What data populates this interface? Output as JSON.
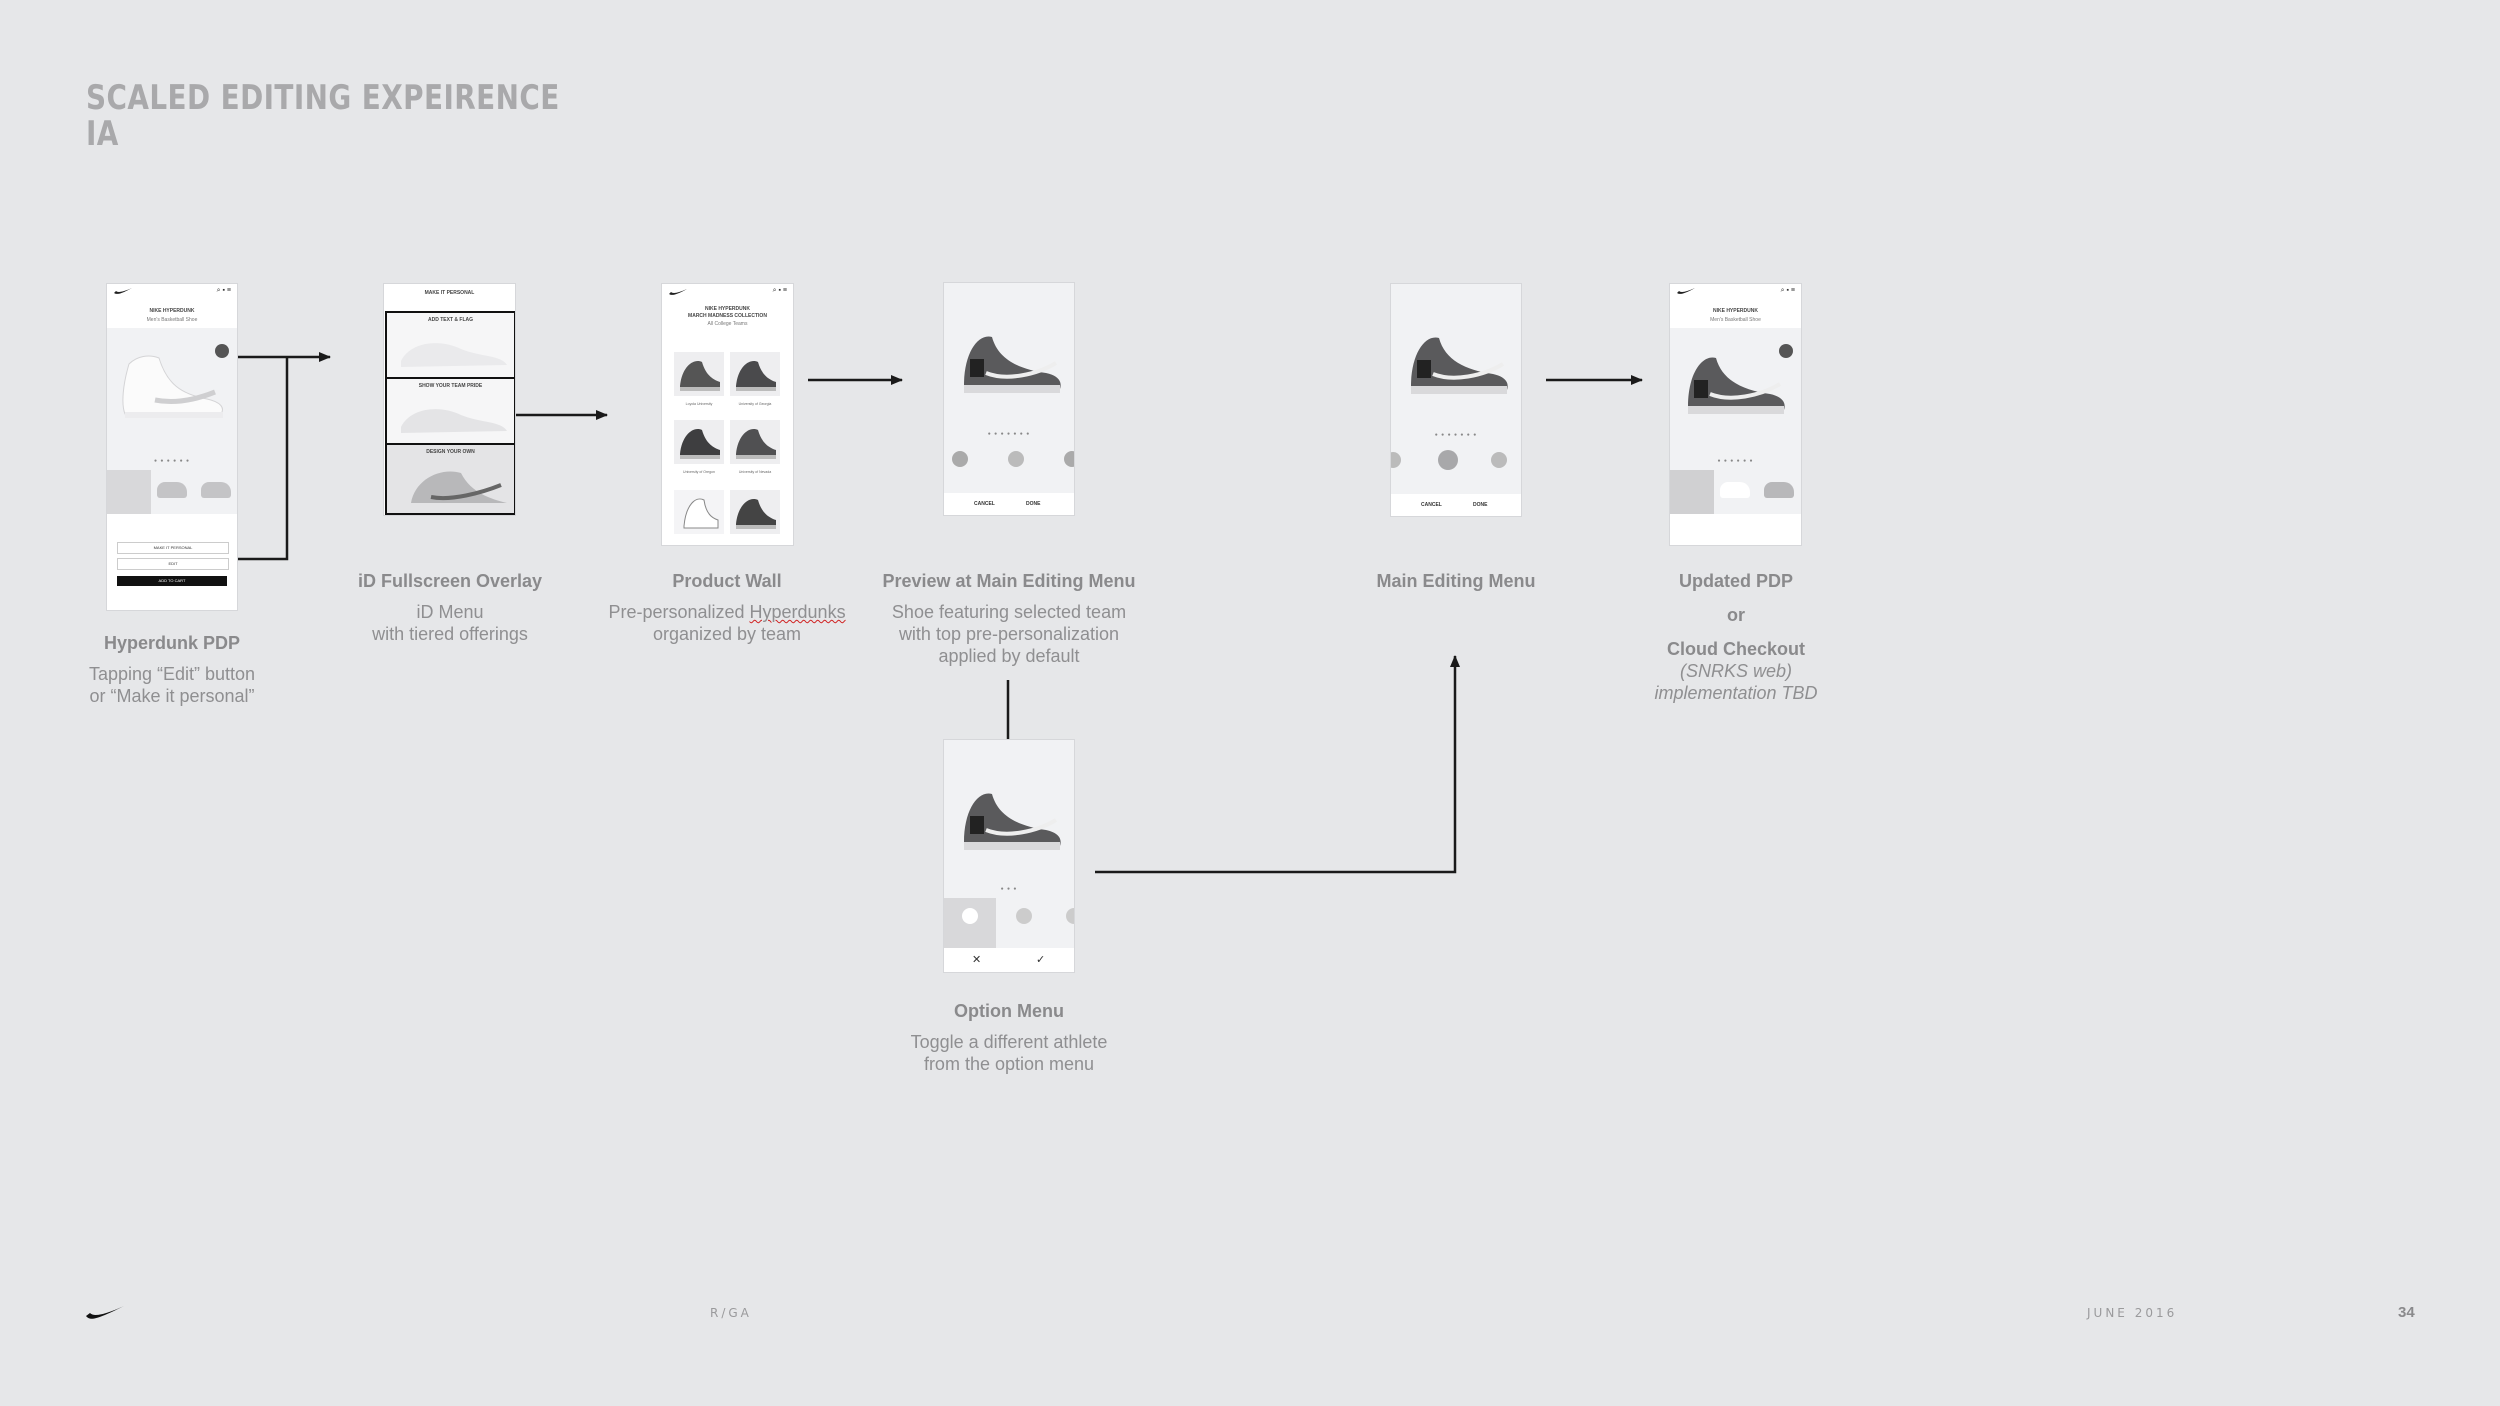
{
  "title": {
    "line1": "SCALED EDITING EXPEIRENCE",
    "line2": "IA"
  },
  "nodes": {
    "hyperdunk_pdp": {
      "title": "Hyperdunk PDP",
      "desc1": "Tapping “Edit” button",
      "desc2": "or “Make it personal”",
      "screen_heading": "NIKE HYPERDUNK",
      "screen_sub": "Men's Basketball Shoe",
      "screen_btn_personal": "MAKE IT PERSONAL",
      "screen_btn_edit": "EDIT",
      "screen_btn_cart": "ADD TO CART"
    },
    "id_overlay": {
      "title": "iD Fullscreen Overlay",
      "desc1": "iD Menu",
      "desc2": "with tiered offerings",
      "screen_heading": "MAKE IT PERSONAL",
      "tier1": "ADD TEXT & FLAG",
      "tier2": "SHOW YOUR TEAM PRIDE",
      "tier3": "DESIGN YOUR OWN"
    },
    "product_wall": {
      "title": "Product Wall",
      "desc1_pre": "Pre-personalized ",
      "desc1_word": "Hyperdunks",
      "desc2": "organized by team",
      "screen_heading1": "NIKE HYPERDUNK",
      "screen_heading2": "MARCH MADNESS COLLECTION",
      "screen_sub": "All College Teams",
      "teams": [
        "Loyola University",
        "University of Georgia",
        "University of Oregon",
        "University of Nevada"
      ]
    },
    "preview_menu": {
      "title": "Preview at Main Editing Menu",
      "desc1": "Shoe featuring selected team",
      "desc2": "with top pre-personalization",
      "desc3": "applied by default",
      "btn_cancel": "CANCEL",
      "btn_done": "DONE"
    },
    "option_menu": {
      "title": "Option Menu",
      "desc1": "Toggle a different athlete",
      "desc2": "from the option menu",
      "icon_cancel": "✕",
      "icon_confirm": "✓"
    },
    "main_menu": {
      "title": "Main Editing Menu",
      "btn_cancel": "CANCEL",
      "btn_done": "DONE"
    },
    "updated_pdp": {
      "title": "Updated PDP",
      "or": "or",
      "title2": "Cloud Checkout",
      "note1": "(SNRKS web)",
      "note2": "implementation TBD",
      "screen_heading": "NIKE HYPERDUNK",
      "screen_sub": "Men's Basketball Shoe"
    }
  },
  "footer": {
    "agency": "R/GA",
    "date": "JUNE 2016",
    "page": "34"
  },
  "colors": {
    "background": "#e6e7e9",
    "text": "#8a8a8c",
    "arrow": "#1a1a1a"
  }
}
